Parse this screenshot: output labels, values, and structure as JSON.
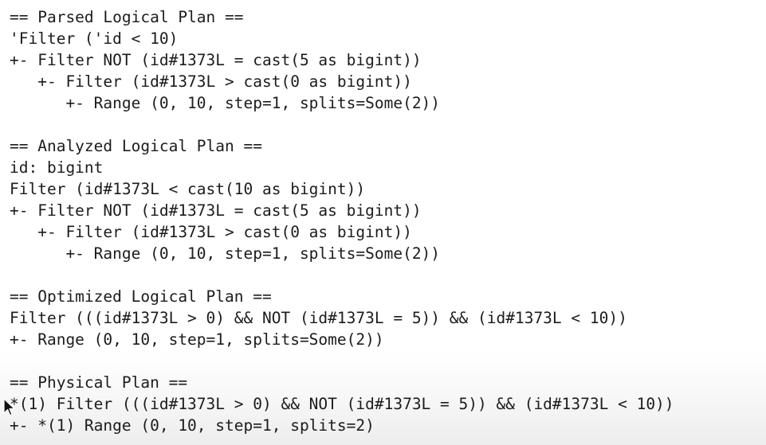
{
  "plan_output": {
    "parsed": {
      "header": "== Parsed Logical Plan ==",
      "lines": [
        "'Filter ('id < 10)",
        "+- Filter NOT (id#1373L = cast(5 as bigint))",
        "   +- Filter (id#1373L > cast(0 as bigint))",
        "      +- Range (0, 10, step=1, splits=Some(2))"
      ]
    },
    "analyzed": {
      "header": "== Analyzed Logical Plan ==",
      "lines": [
        "id: bigint",
        "Filter (id#1373L < cast(10 as bigint))",
        "+- Filter NOT (id#1373L = cast(5 as bigint))",
        "   +- Filter (id#1373L > cast(0 as bigint))",
        "      +- Range (0, 10, step=1, splits=Some(2))"
      ]
    },
    "optimized": {
      "header": "== Optimized Logical Plan ==",
      "lines": [
        "Filter (((id#1373L > 0) && NOT (id#1373L = 5)) && (id#1373L < 10))",
        "+- Range (0, 10, step=1, splits=Some(2))"
      ]
    },
    "physical": {
      "header": "== Physical Plan ==",
      "lines": [
        "*(1) Filter (((id#1373L > 0) && NOT (id#1373L = 5)) && (id#1373L < 10))",
        "+- *(1) Range (0, 10, step=1, splits=2)"
      ]
    }
  },
  "cursor": {
    "icon": "mouse-pointer-icon"
  }
}
